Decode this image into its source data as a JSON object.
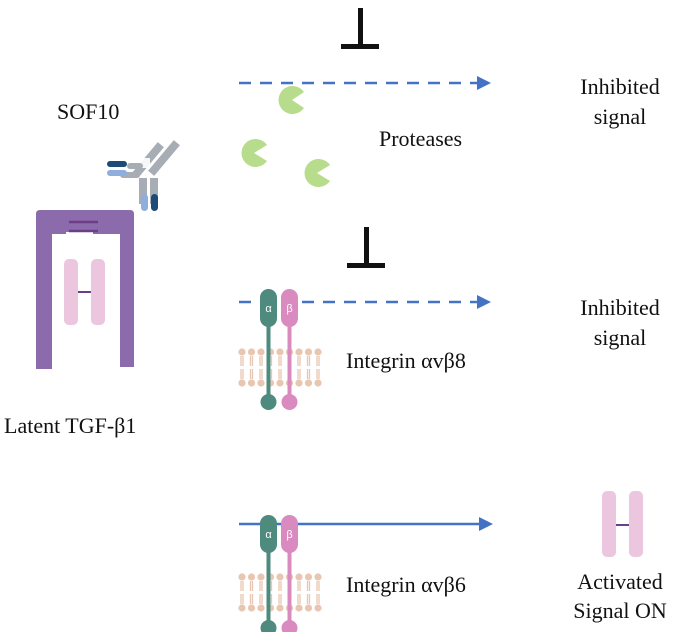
{
  "labels": {
    "antibody": "SOF10",
    "latent": "Latent TGF-β1",
    "proteases": "Proteases",
    "integrin_b8": "Integrin αvβ8",
    "integrin_b6": "Integrin αvβ6",
    "inhibited_1": "Inhibited",
    "signal_1": "signal",
    "inhibited_2": "Inhibited",
    "signal_2": "signal",
    "activated": "Activated",
    "signal_on": "Signal ON",
    "alpha": "α",
    "beta": "β"
  },
  "colors": {
    "latent_purple": "#8b6bab",
    "tgf_pink": "#ebc6de",
    "tgf_link": "#6e3d8a",
    "antibody_grey": "#a7adb5",
    "antibody_light_blue": "#8eaedd",
    "antibody_dark_blue": "#1e4a78",
    "protease_green": "#b7dc8c",
    "arrow_blue": "#4472c4",
    "integrin_alpha": "#4e8a7d",
    "integrin_beta": "#d98bbf",
    "membrane": "#e8c6b1"
  },
  "icons": [
    "antibody-icon",
    "latent-tgf-icon",
    "protease-icon",
    "inhibitor-t-icon",
    "integrin-icon",
    "membrane-icon",
    "active-tgf-icon"
  ]
}
